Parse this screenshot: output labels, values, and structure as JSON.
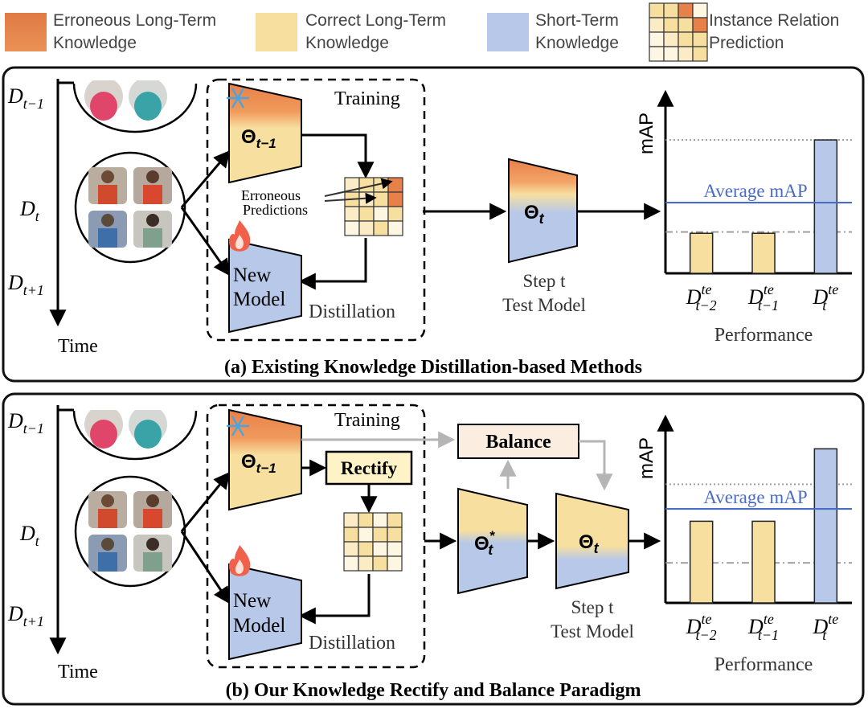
{
  "legend": {
    "erroneous_line1": "Erroneous Long-Term",
    "erroneous_line2": "Knowledge",
    "correct_line1": "Correct Long-Term",
    "correct_line2": "Knowledge",
    "short_line1": "Short-Term",
    "short_line2": "Knowledge",
    "relation_line1": "Instance Relation",
    "relation_line2": "Prediction"
  },
  "colors": {
    "erroneous": "#e8804a",
    "correct": "#f7dfa0",
    "short_term": "#b7c8e8",
    "balance_fill": "#fbeee0",
    "rectify_fill": "#fdf3c6",
    "average_line": "#4a6cc4",
    "dotted_line": "#9a9a9a",
    "person_red": "#e0466a",
    "person_teal": "#3aa3a8",
    "flame": "#f0604a",
    "snow": "#4aa4e0"
  },
  "panel_a": {
    "timeline": {
      "d_prev": "D",
      "d_prev_sub": "t−1",
      "d_curr": "D",
      "d_curr_sub": "t",
      "d_next": "D",
      "d_next_sub": "t+1",
      "time_label": "Time"
    },
    "training_label": "Training",
    "old_model_symbol": "Θ",
    "old_model_sub": "t−1",
    "erroneous_line1": "Erroneous",
    "erroneous_line2": "Predictions",
    "new_model_line1": "New",
    "new_model_line2": "Model",
    "distillation_label": "Distillation",
    "test_model_symbol": "Θ",
    "test_model_sub": "t",
    "test_caption_line1": "Step t",
    "test_caption_line2": "Test Model",
    "caption": "(a) Existing Knowledge Distillation-based Methods"
  },
  "panel_b": {
    "timeline": {
      "d_prev": "D",
      "d_prev_sub": "t−1",
      "d_curr": "D",
      "d_curr_sub": "t",
      "d_next": "D",
      "d_next_sub": "t+1",
      "time_label": "Time"
    },
    "training_label": "Training",
    "old_model_symbol": "Θ",
    "old_model_sub": "t−1",
    "rectify_label": "Rectify",
    "balance_label": "Balance",
    "new_model_line1": "New",
    "new_model_line2": "Model",
    "distillation_label": "Distillation",
    "rectified_symbol": "Θ",
    "rectified_sub": "t",
    "rectified_sup": "*",
    "test_model_symbol": "Θ",
    "test_model_sub": "t",
    "test_caption_line1": "Step t",
    "test_caption_line2": "Test Model",
    "caption": "(b) Our Knowledge Rectify and Balance Paradigm"
  },
  "chart_data": [
    {
      "type": "bar",
      "ylabel": "mAP",
      "xlabel": "Performance",
      "categories": [
        "D_{t-2}^{te}",
        "D_{t-1}^{te}",
        "D_t^{te}"
      ],
      "category_base": "D",
      "category_subs": [
        "t−2",
        "t−1",
        "t"
      ],
      "category_sup": "te",
      "values": [
        30,
        30,
        100
      ],
      "bar_colors": [
        "#f7dfa0",
        "#f7dfa0",
        "#b7c8e8"
      ],
      "average_label": "Average mAP",
      "average_value": 53,
      "upper_dotted": 100,
      "lower_dashdot": 31,
      "ylim": [
        0,
        135
      ],
      "grid": false
    },
    {
      "type": "bar",
      "ylabel": "mAP",
      "xlabel": "Performance",
      "categories": [
        "D_{t-2}^{te}",
        "D_{t-1}^{te}",
        "D_t^{te}"
      ],
      "category_base": "D",
      "category_subs": [
        "t−2",
        "t−1",
        "t"
      ],
      "category_sup": "te",
      "values": [
        53,
        53,
        100
      ],
      "bar_colors": [
        "#f7dfa0",
        "#f7dfa0",
        "#b7c8e8"
      ],
      "average_label": "Average mAP",
      "average_value": 61,
      "upper_dotted": 77,
      "lower_dashdot": 26,
      "ylim": [
        0,
        120
      ],
      "grid": false
    }
  ]
}
